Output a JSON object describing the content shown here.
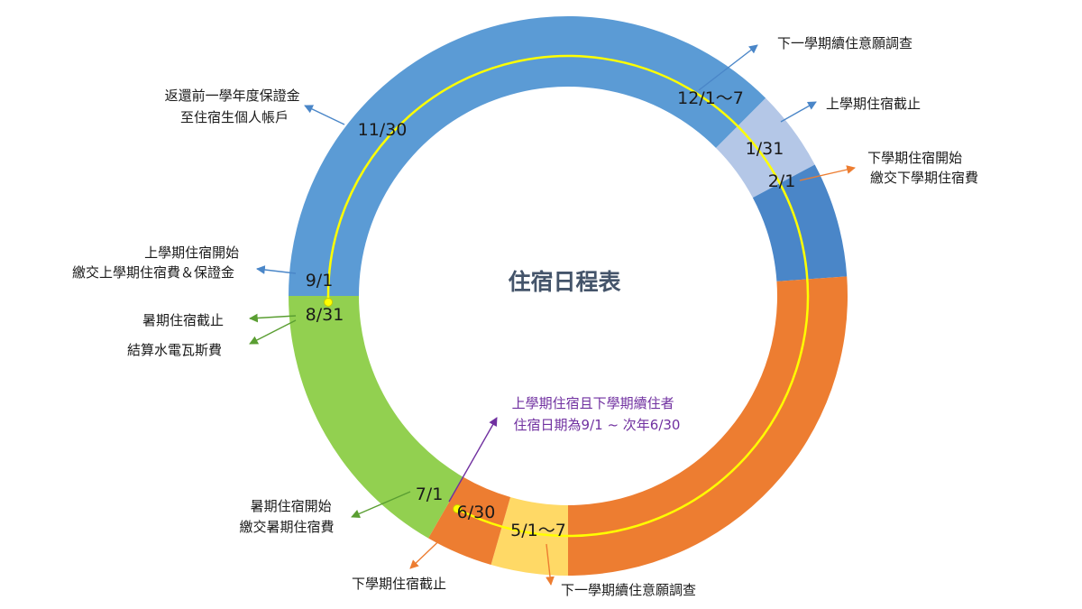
{
  "title": "住宿日程表",
  "colors": {
    "blue": "#5b9bd5",
    "blue_dark": "#4a86c8",
    "light_blue": "#b4c7e7",
    "orange": "#ed7d31",
    "yellow": "#ffd966",
    "green": "#92d050",
    "track": "#ffff00",
    "green_text": "#5a9e32",
    "purple": "#7030a0"
  },
  "segments": [
    {
      "label": "11/30",
      "color": "blue"
    },
    {
      "label": "12/1～7",
      "color": "light_blue"
    },
    {
      "label": "1/31",
      "color": "blue"
    },
    {
      "label": "2/1",
      "color": "orange"
    },
    {
      "label": "5/1～7",
      "color": "yellow"
    },
    {
      "label": "6/30",
      "color": "orange"
    },
    {
      "label": "7/1",
      "color": "green"
    },
    {
      "label": "8/31",
      "color": "green"
    },
    {
      "label": "9/1",
      "color": "blue"
    }
  ],
  "annotations": {
    "return_deposit": [
      "返還前一學年度保證金",
      "至住宿生個人帳戶"
    ],
    "next_survey_top": [
      "下一學期續住意願調查"
    ],
    "first_end": [
      "上學期住宿截止"
    ],
    "second_start": [
      "下學期住宿開始",
      "繳交下學期住宿費"
    ],
    "first_start": [
      "上學期住宿開始",
      "繳交上學期住宿費＆保證金"
    ],
    "summer_end": [
      "暑期住宿截止"
    ],
    "utilities": [
      "結算水電瓦斯費"
    ],
    "continuing": [
      "上學期住宿且下學期續住者",
      "住宿日期為9/1 ~ 次年6/30"
    ],
    "summer_start": [
      "暑期住宿開始",
      "繳交暑期住宿費"
    ],
    "second_end": [
      "下學期住宿截止"
    ],
    "next_survey_bottom": [
      "下一學期續住意願調查"
    ]
  }
}
